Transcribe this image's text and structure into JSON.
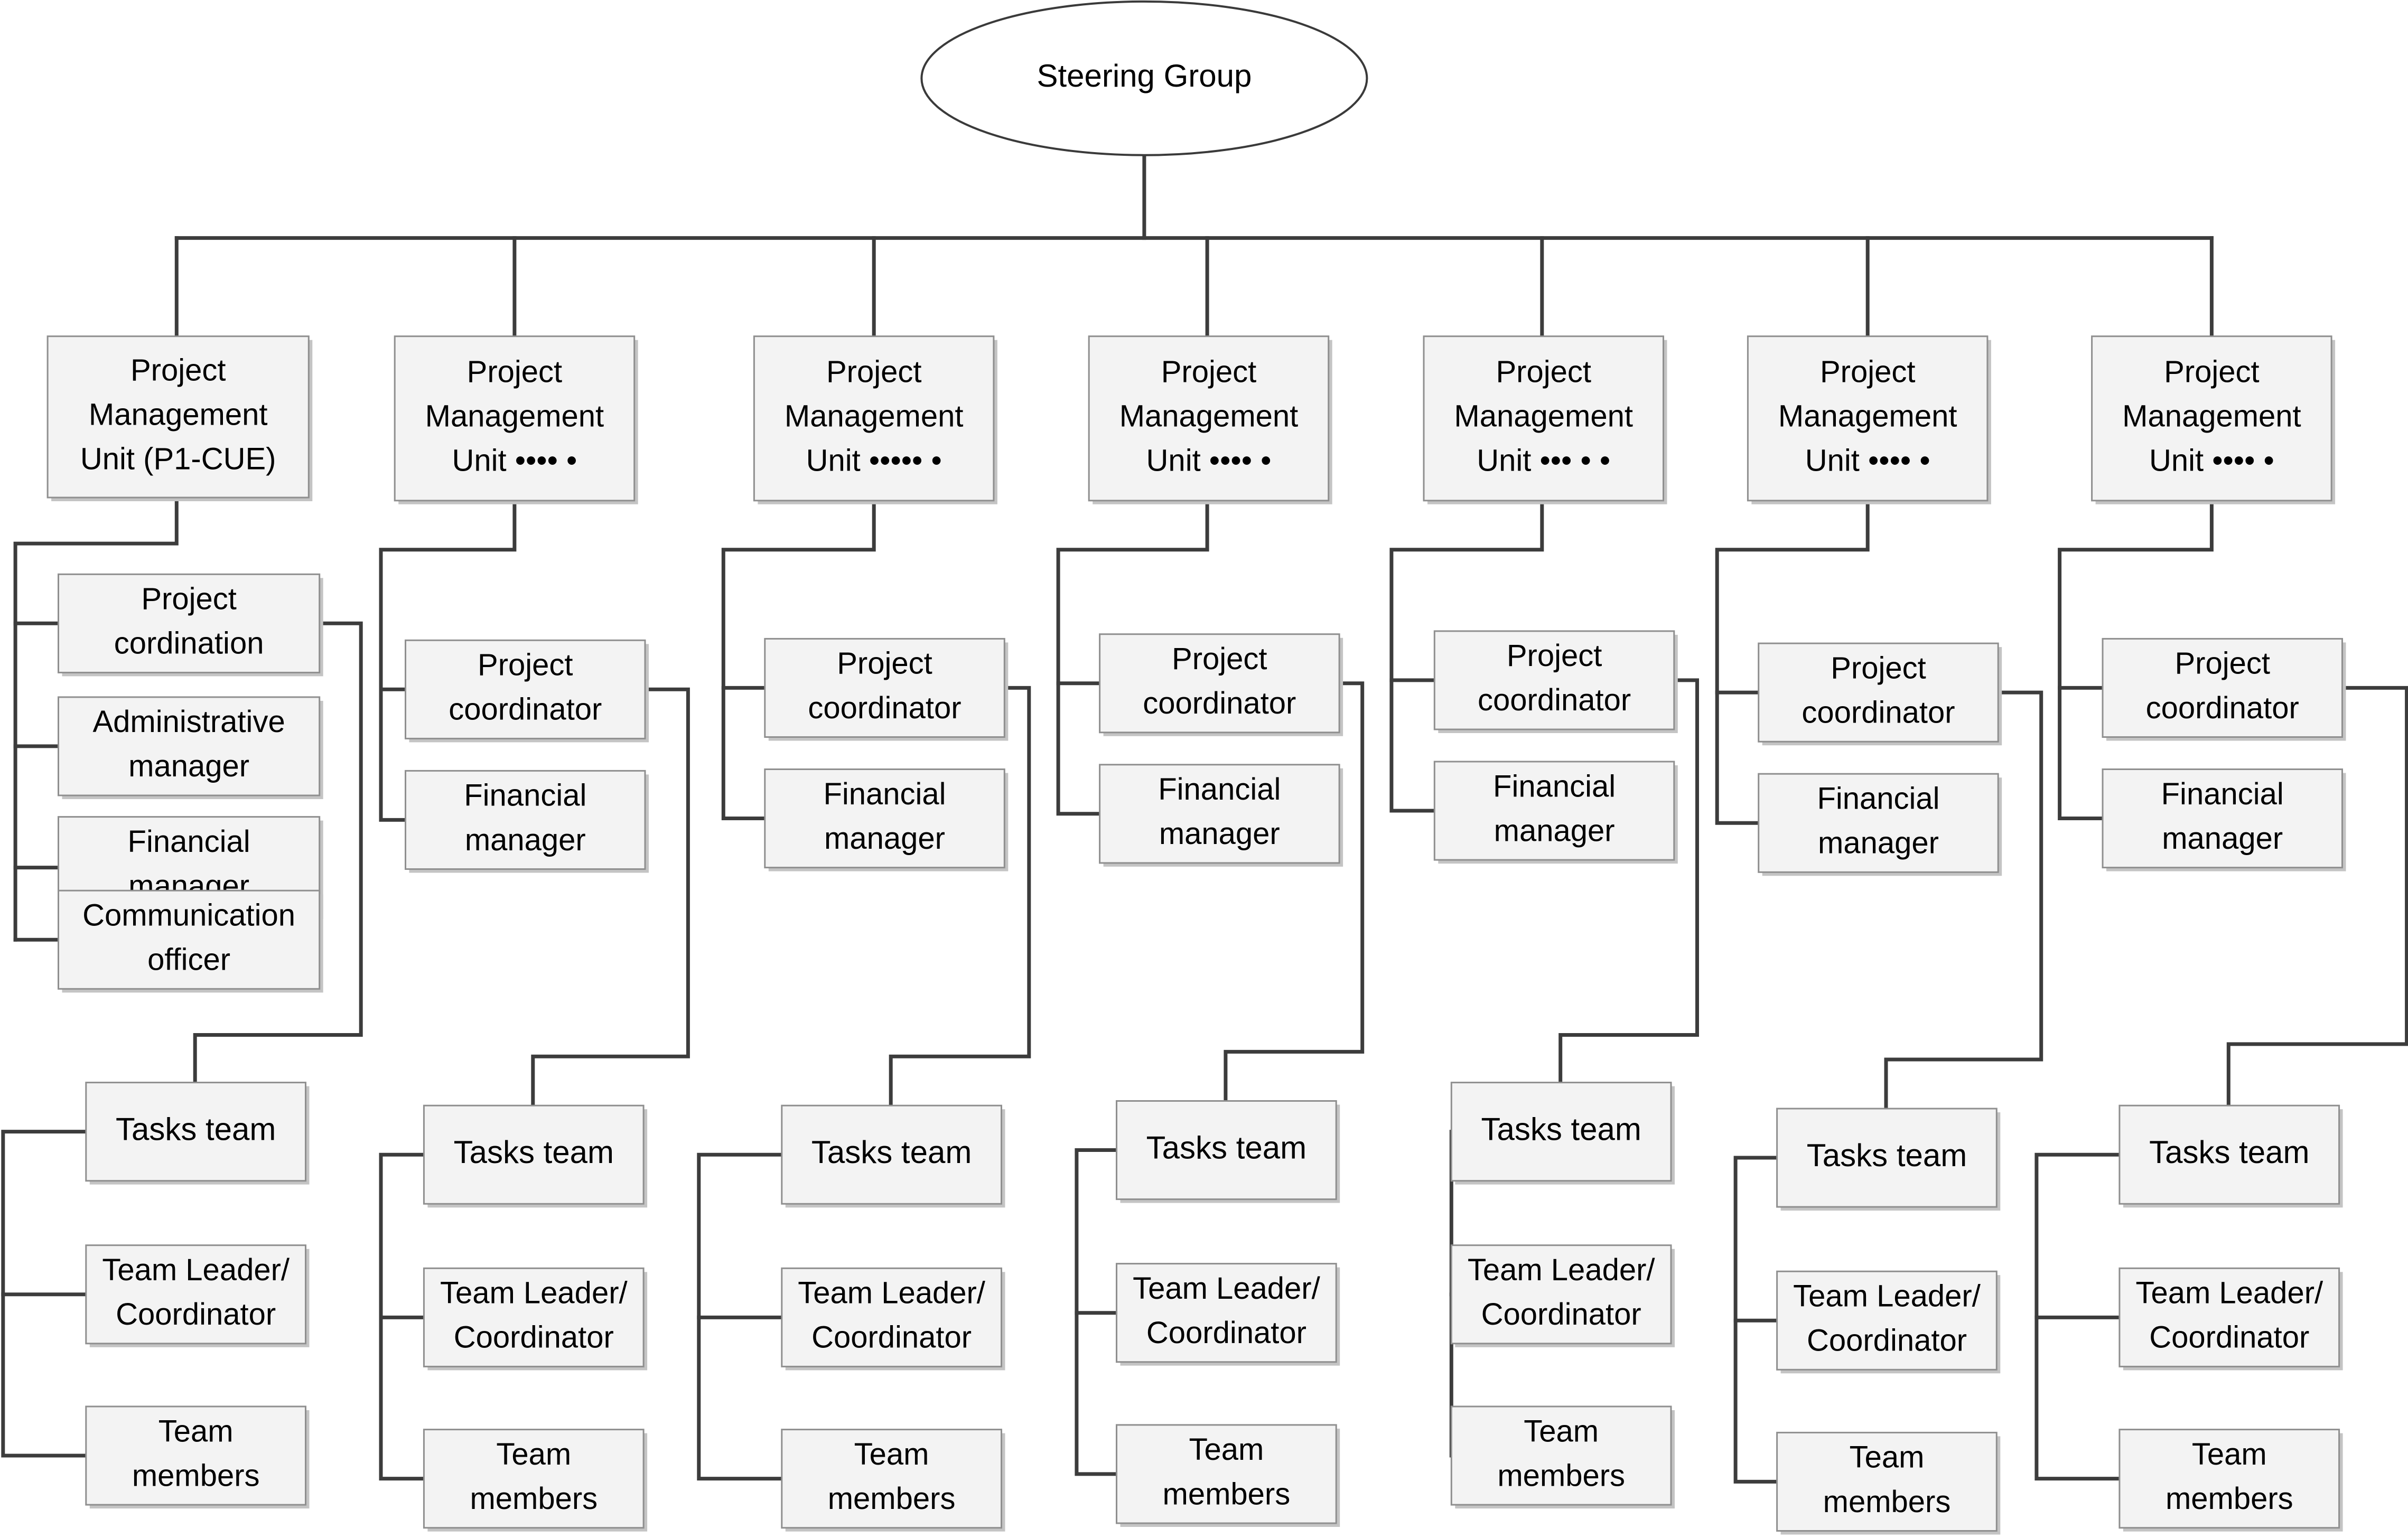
{
  "root": {
    "label": "Steering Group"
  },
  "units": [
    {
      "title": [
        "Project",
        "Management",
        "Unit (P1-CUE)"
      ],
      "staff": [
        [
          "Project",
          "cordination"
        ],
        [
          "Administrative",
          "manager"
        ],
        [
          "Financial",
          "manager"
        ],
        [
          "Communication",
          "officer"
        ]
      ],
      "team": {
        "tasks": [
          "Tasks team"
        ],
        "leader": [
          "Team Leader/",
          "Coordinator"
        ],
        "members": [
          "Team",
          "members"
        ]
      }
    },
    {
      "title": [
        "Project",
        "Management",
        "Unit •••• •"
      ],
      "staff": [
        [
          "Project",
          "coordinator"
        ],
        [
          "Financial",
          "manager"
        ]
      ],
      "team": {
        "tasks": [
          "Tasks team"
        ],
        "leader": [
          "Team Leader/",
          "Coordinator"
        ],
        "members": [
          "Team",
          "members"
        ]
      }
    },
    {
      "title": [
        "Project",
        "Management",
        "Unit ••••• •"
      ],
      "staff": [
        [
          "Project",
          "coordinator"
        ],
        [
          "Financial",
          "manager"
        ]
      ],
      "team": {
        "tasks": [
          "Tasks team"
        ],
        "leader": [
          "Team Leader/",
          "Coordinator"
        ],
        "members": [
          "Team",
          "members"
        ]
      }
    },
    {
      "title": [
        "Project",
        "Management",
        "Unit •••• •"
      ],
      "staff": [
        [
          "Project",
          "coordinator"
        ],
        [
          "Financial",
          "manager"
        ]
      ],
      "team": {
        "tasks": [
          "Tasks team"
        ],
        "leader": [
          "Team Leader/",
          "Coordinator"
        ],
        "members": [
          "Team",
          "members"
        ]
      }
    },
    {
      "title": [
        "Project",
        "Management",
        "Unit •••  • •"
      ],
      "staff": [
        [
          "Project",
          "coordinator"
        ],
        [
          "Financial",
          "manager"
        ]
      ],
      "team": {
        "tasks": [
          "Tasks team"
        ],
        "leader": [
          "Team Leader/",
          "Coordinator"
        ],
        "members": [
          "Team",
          "members"
        ]
      }
    },
    {
      "title": [
        "Project",
        "Management",
        "Unit •••• •"
      ],
      "staff": [
        [
          "Project",
          "coordinator"
        ],
        [
          "Financial",
          "manager"
        ]
      ],
      "team": {
        "tasks": [
          "Tasks team"
        ],
        "leader": [
          "Team Leader/",
          "Coordinator"
        ],
        "members": [
          "Team",
          "members"
        ]
      }
    },
    {
      "title": [
        "Project",
        "Management",
        "Unit •••• •"
      ],
      "staff": [
        [
          "Project",
          "coordinator"
        ],
        [
          "Financial",
          "manager"
        ]
      ],
      "team": {
        "tasks": [
          "Tasks team"
        ],
        "leader": [
          "Team Leader/",
          "Coordinator"
        ],
        "members": [
          "Team",
          "members"
        ]
      }
    }
  ]
}
